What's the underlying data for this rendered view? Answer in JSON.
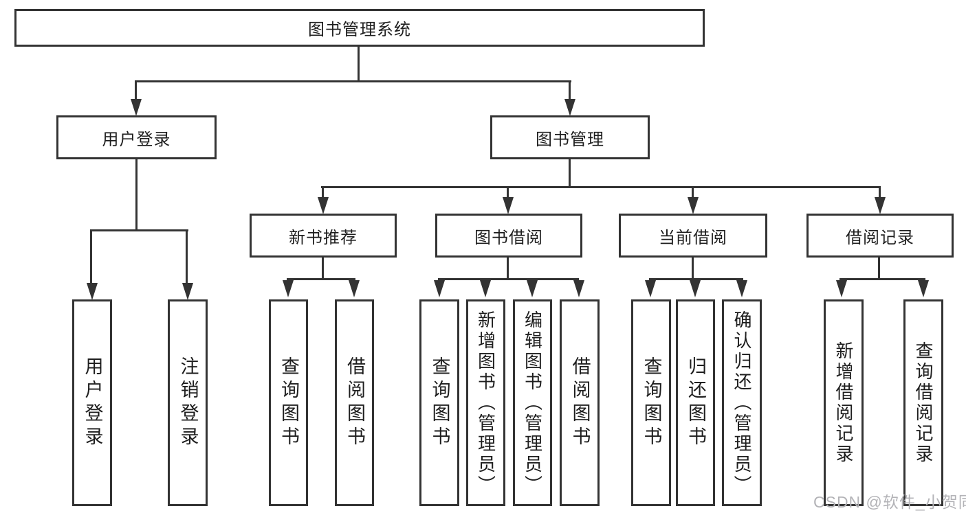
{
  "diagram": {
    "title": "图书管理系统",
    "branches": [
      {
        "label": "用户登录",
        "children": [
          {
            "label": "用户登录"
          },
          {
            "label": "注销登录"
          }
        ]
      },
      {
        "label": "图书管理",
        "children": [
          {
            "label": "新书推荐",
            "children": [
              {
                "label": "查询图书"
              },
              {
                "label": "借阅图书"
              }
            ]
          },
          {
            "label": "图书借阅",
            "children": [
              {
                "label": "查询图书"
              },
              {
                "label": "新增图书（管理员）"
              },
              {
                "label": "编辑图书（管理员）"
              },
              {
                "label": "借阅图书"
              }
            ]
          },
          {
            "label": "当前借阅",
            "children": [
              {
                "label": "查询图书"
              },
              {
                "label": "归还图书"
              },
              {
                "label": "确认归还（管理员）"
              }
            ]
          },
          {
            "label": "借阅记录",
            "children": [
              {
                "label": "新增借阅记录"
              },
              {
                "label": "查询借阅记录"
              }
            ]
          }
        ]
      }
    ]
  },
  "watermark": {
    "text": "CSDN @软件_小贺同学"
  },
  "colors": {
    "line": "#333333",
    "box_background": "#ffffff",
    "watermark": "#b3b3b7"
  }
}
